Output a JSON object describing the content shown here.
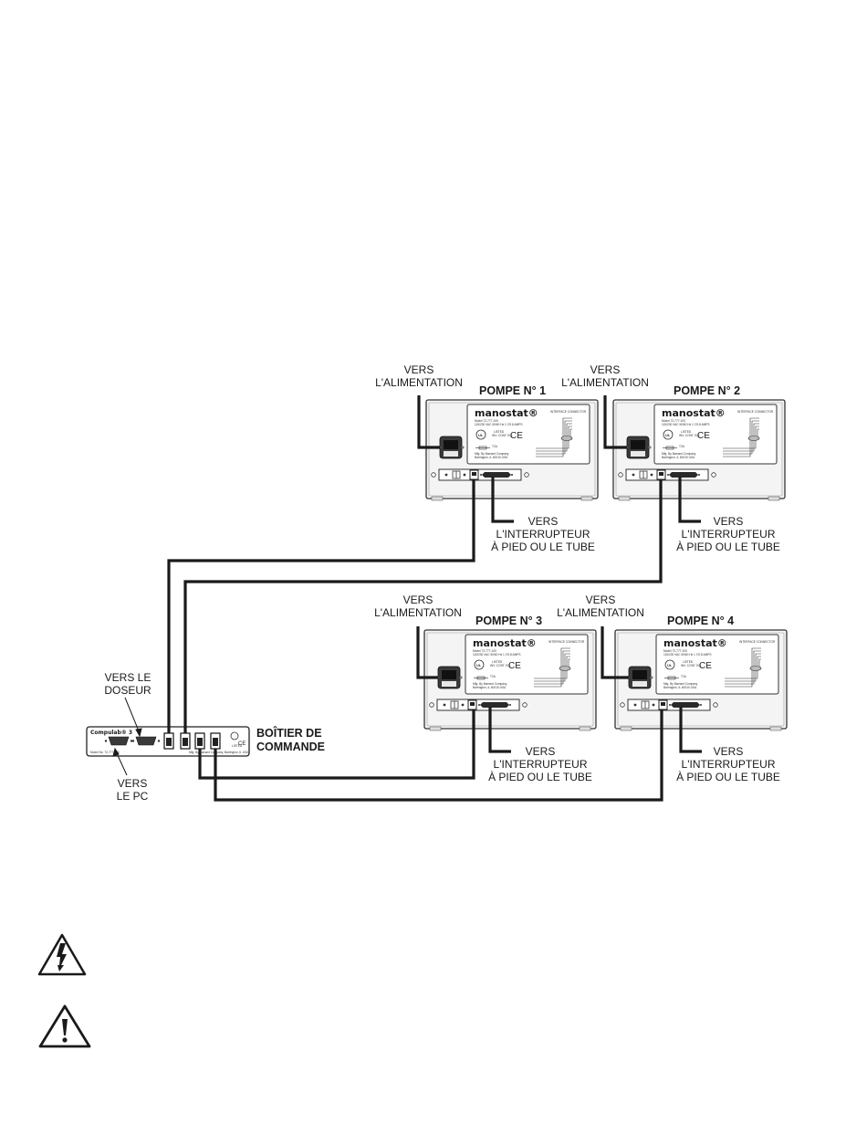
{
  "diagram": {
    "pumps": [
      {
        "title": "POMPE N° 1",
        "brand": "manostat®",
        "model": "Model 72-777-100",
        "power_label": [
          "VERS",
          "L'ALIMENTATION"
        ],
        "footswitch_label": [
          "VERS",
          "L'INTERRUPTEUR",
          "À PIED OU LE TUBE"
        ]
      },
      {
        "title": "POMPE N° 2",
        "brand": "manostat®",
        "model": "Model 72-777-100",
        "power_label": [
          "VERS",
          "L'ALIMENTATION"
        ],
        "footswitch_label": [
          "VERS",
          "L'INTERRUPTEUR",
          "À PIED OU LE TUBE"
        ]
      },
      {
        "title": "POMPE N° 3",
        "brand": "manostat®",
        "model": "Model 72-777-100",
        "power_label": [
          "VERS",
          "L'ALIMENTATION"
        ],
        "footswitch_label": [
          "VERS",
          "L'INTERRUPTEUR",
          "À PIED OU LE TUBE"
        ]
      },
      {
        "title": "POMPE N° 4",
        "brand": "manostat®",
        "model": "Model 72-777-100",
        "power_label": [
          "VERS",
          "L'ALIMENTATION"
        ],
        "footswitch_label": [
          "VERS",
          "L'INTERRUPTEUR",
          "À PIED OU LE TUBE"
        ]
      }
    ],
    "control_box": {
      "title": [
        "BOÎTIER DE",
        "COMMANDE"
      ],
      "brand": "Compulab® 3",
      "doser_label": [
        "VERS LE",
        "DOSEUR"
      ],
      "pc_label": [
        "VERS",
        "LE PC"
      ]
    },
    "connections": [
      {
        "from": "control-box-port-1",
        "to": "POMPE N° 1"
      },
      {
        "from": "control-box-port-2",
        "to": "POMPE N° 2"
      },
      {
        "from": "control-box-port-3",
        "to": "POMPE N° 3"
      },
      {
        "from": "control-box-port-4",
        "to": "POMPE N° 4"
      }
    ],
    "warning_icons": [
      "electric-shock-warning-icon",
      "caution-warning-icon"
    ],
    "line_color": "#1a1a1a"
  }
}
